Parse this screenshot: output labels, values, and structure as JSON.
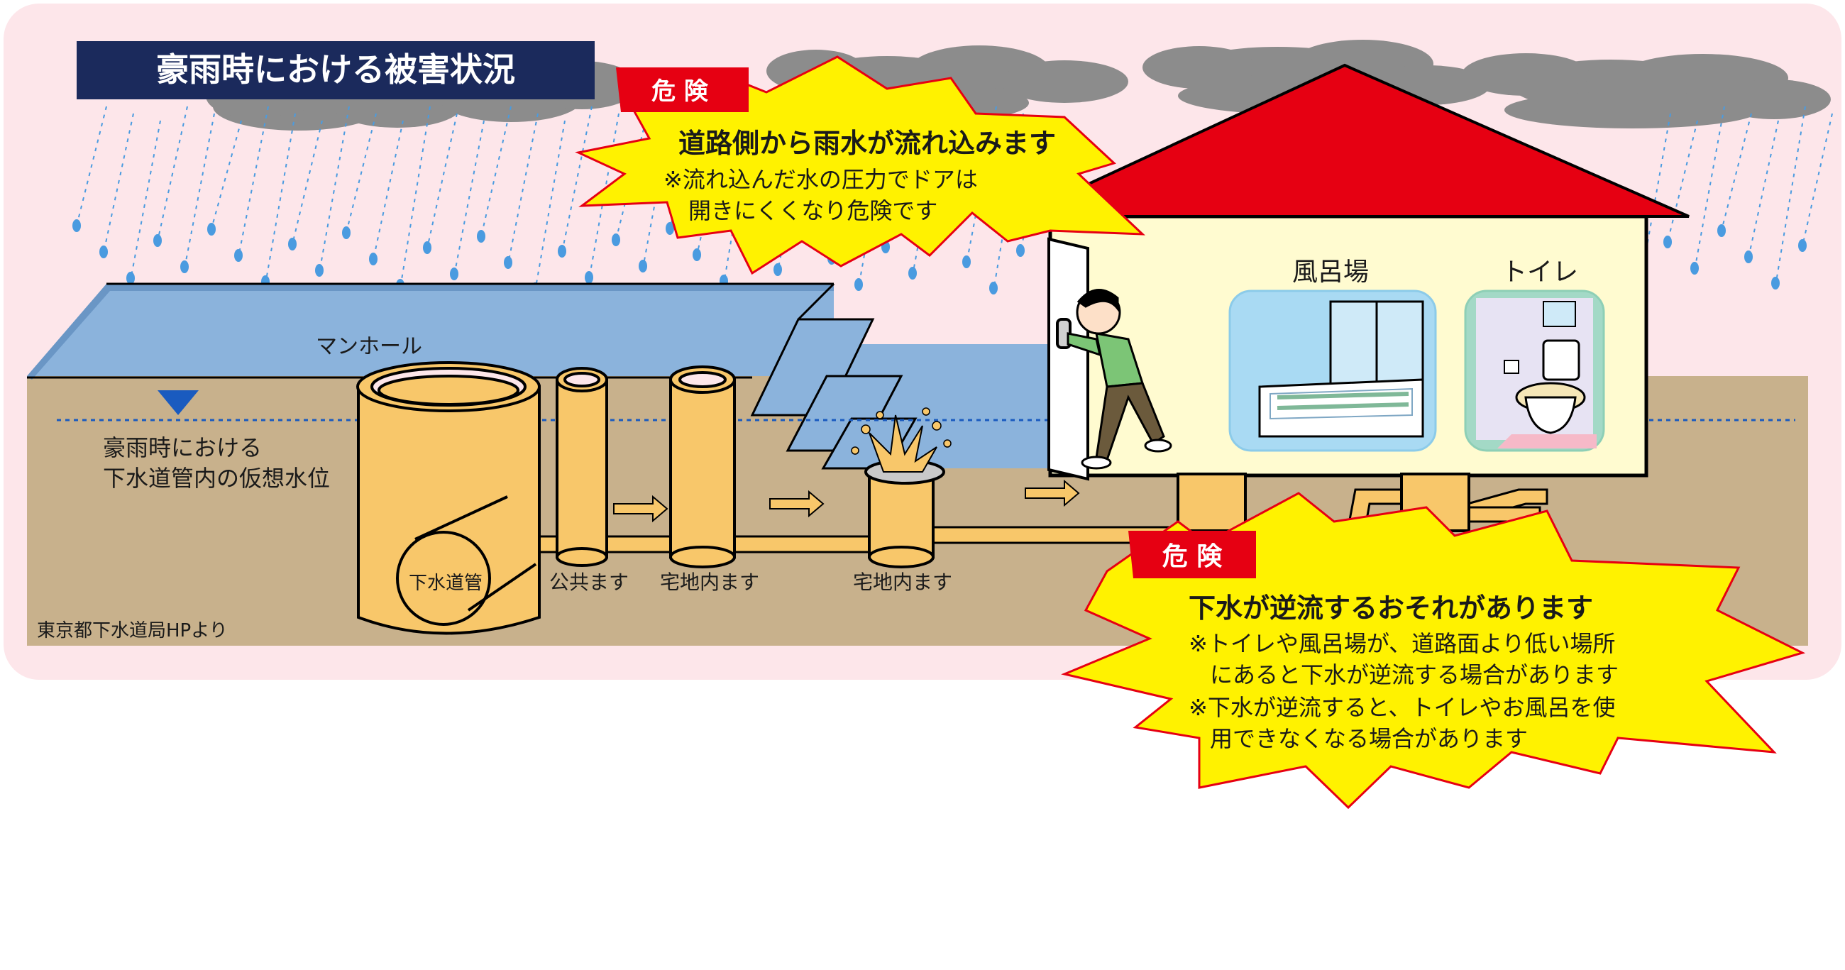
{
  "title": "豪雨時における被害状況",
  "danger_top": {
    "badge": "危 険",
    "headline": "道路側から雨水が流れ込みます",
    "note_line1": "※流れ込んだ水の圧力でドアは",
    "note_line2": "開きにくくなり危険です"
  },
  "danger_bottom": {
    "badge": "危 険",
    "headline": "下水が逆流するおそれがあります",
    "note1_line1": "※トイレや風呂場が、道路面より低い場所",
    "note1_line2": "にあると下水が逆流する場合があります",
    "note2_line1": "※下水が逆流すると、トイレやお風呂を使",
    "note2_line2": "用できなくなる場合があります"
  },
  "labels": {
    "manhole": "マンホール",
    "water_level_line1": "豪雨時における",
    "water_level_line2": "下水道管内の仮想水位",
    "sewer_pipe": "下水道管",
    "public_basin": "公共ます",
    "private_basin_1": "宅地内ます",
    "private_basin_2": "宅地内ます",
    "bathroom": "風呂場",
    "toilet": "トイレ",
    "source": "東京都下水道局HPより"
  },
  "colors": {
    "panel_bg": "#fde6ea",
    "title_bg": "#1b2a5c",
    "ground": "#c8b18c",
    "road": "#8bb3dc",
    "roof": "#e60012",
    "house_wall": "#fffbd0",
    "burst": "#fff200",
    "danger_badge": "#e60012",
    "pipe": "#f8c76a",
    "cloud": "#8c8c8c",
    "rain": "#4a9be0"
  }
}
